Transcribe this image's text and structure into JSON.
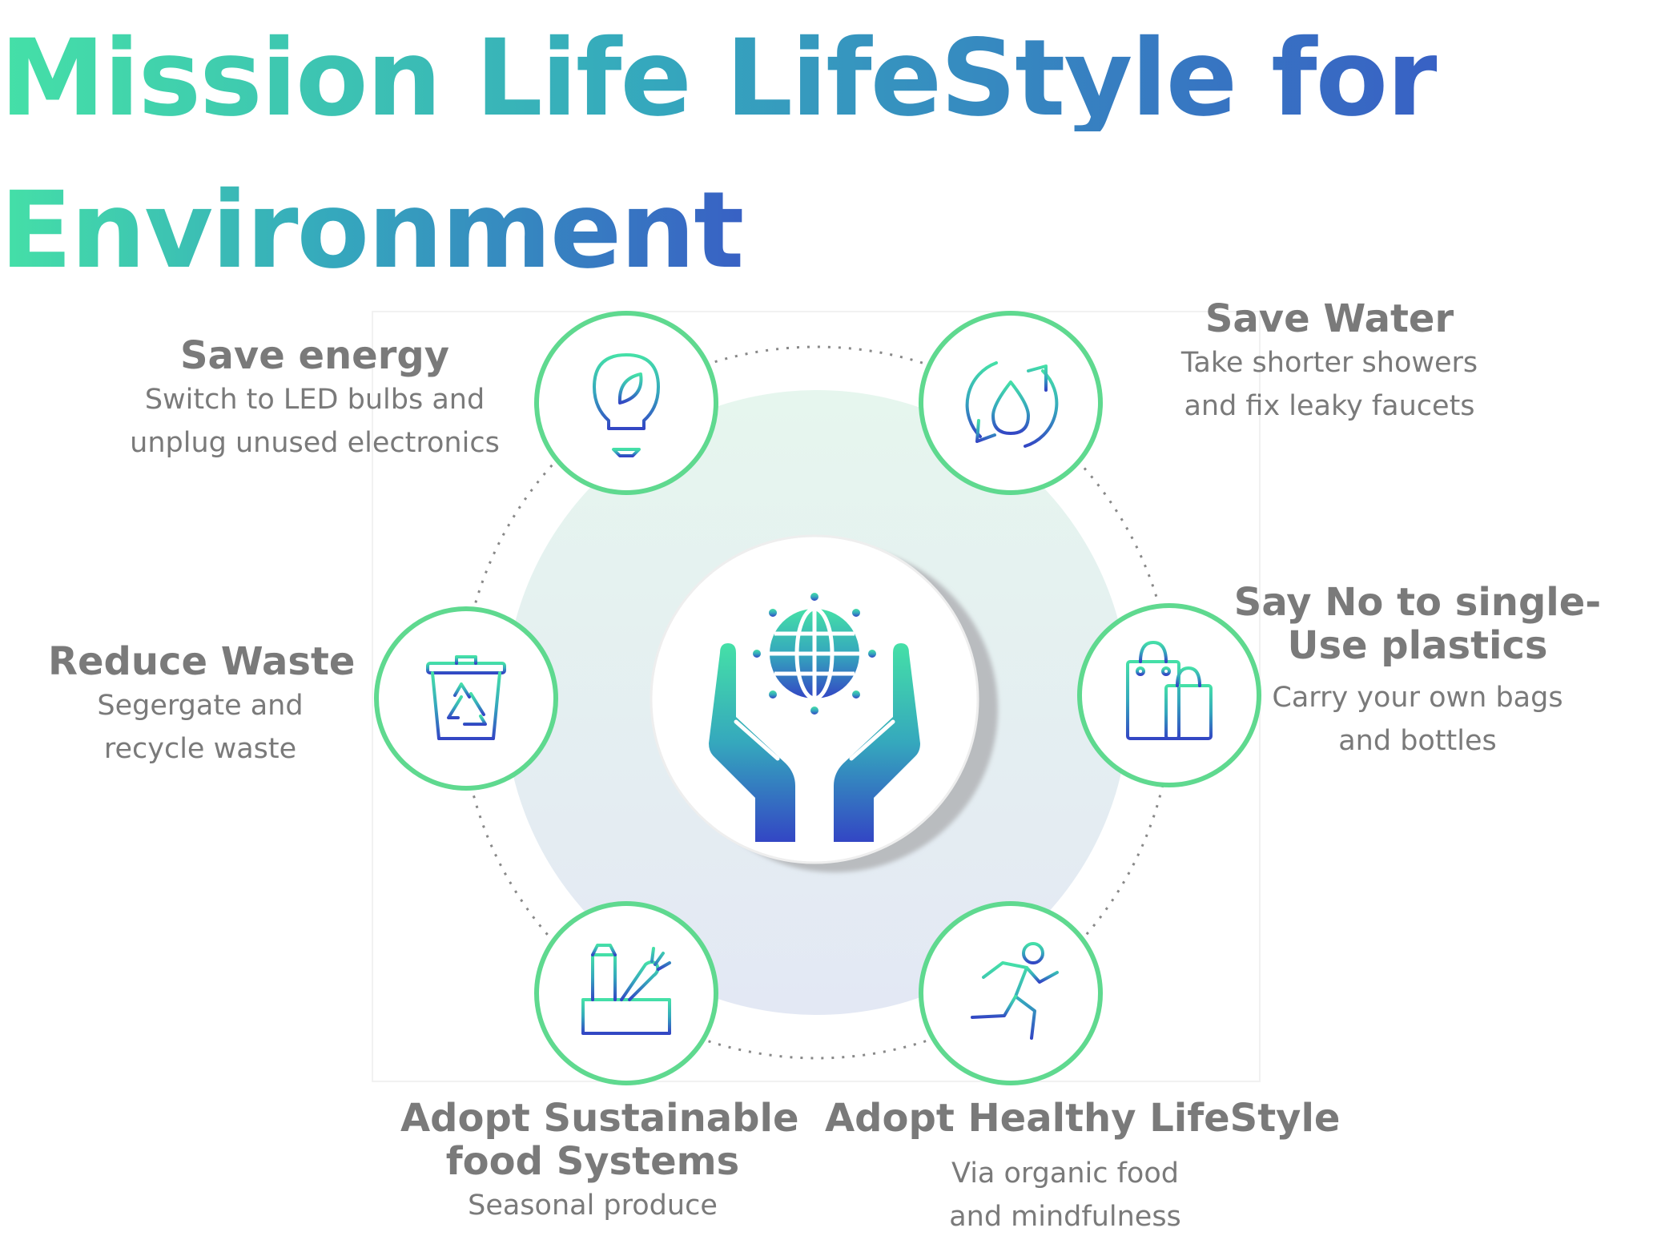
{
  "title": {
    "line1": "Mission Life LifeStyle for",
    "line2": "Environment"
  },
  "center": {
    "icon": "hands-holding-globe-icon"
  },
  "items": [
    {
      "id": "save-energy",
      "title_lines": [
        "Save energy"
      ],
      "desc_lines": [
        "Switch to LED bulbs and",
        "unplug unused electronics"
      ],
      "icon": "lightbulb-leaf-icon"
    },
    {
      "id": "save-water",
      "title_lines": [
        "Save Water"
      ],
      "desc_lines": [
        "Take shorter showers",
        "and fix leaky faucets"
      ],
      "icon": "water-drop-recycle-icon"
    },
    {
      "id": "reduce-waste",
      "title_lines": [
        "Reduce Waste"
      ],
      "desc_lines": [
        "Segergate and",
        "recycle waste"
      ],
      "icon": "recycle-bin-icon"
    },
    {
      "id": "say-no-plastics",
      "title_lines": [
        "Say No to single-",
        "Use plastics"
      ],
      "desc_lines": [
        "Carry your own bags",
        "and bottles"
      ],
      "icon": "shopping-bags-icon"
    },
    {
      "id": "sustainable-food",
      "title_lines": [
        "Adopt Sustainable",
        "food Systems"
      ],
      "desc_lines": [
        "Seasonal produce"
      ],
      "icon": "food-box-icon"
    },
    {
      "id": "healthy-lifestyle",
      "title_lines": [
        "Adopt Healthy LifeStyle"
      ],
      "desc_lines": [
        "Via organic food",
        "and mindfulness"
      ],
      "icon": "running-person-icon"
    }
  ],
  "colors": {
    "gradient_start": "#45e0a7",
    "gradient_mid": "#35a8bd",
    "gradient_end": "#3861c4",
    "ring_green": "#5fd98f",
    "text_gray": "#7a7a7a",
    "dotted_gray": "#888888"
  }
}
